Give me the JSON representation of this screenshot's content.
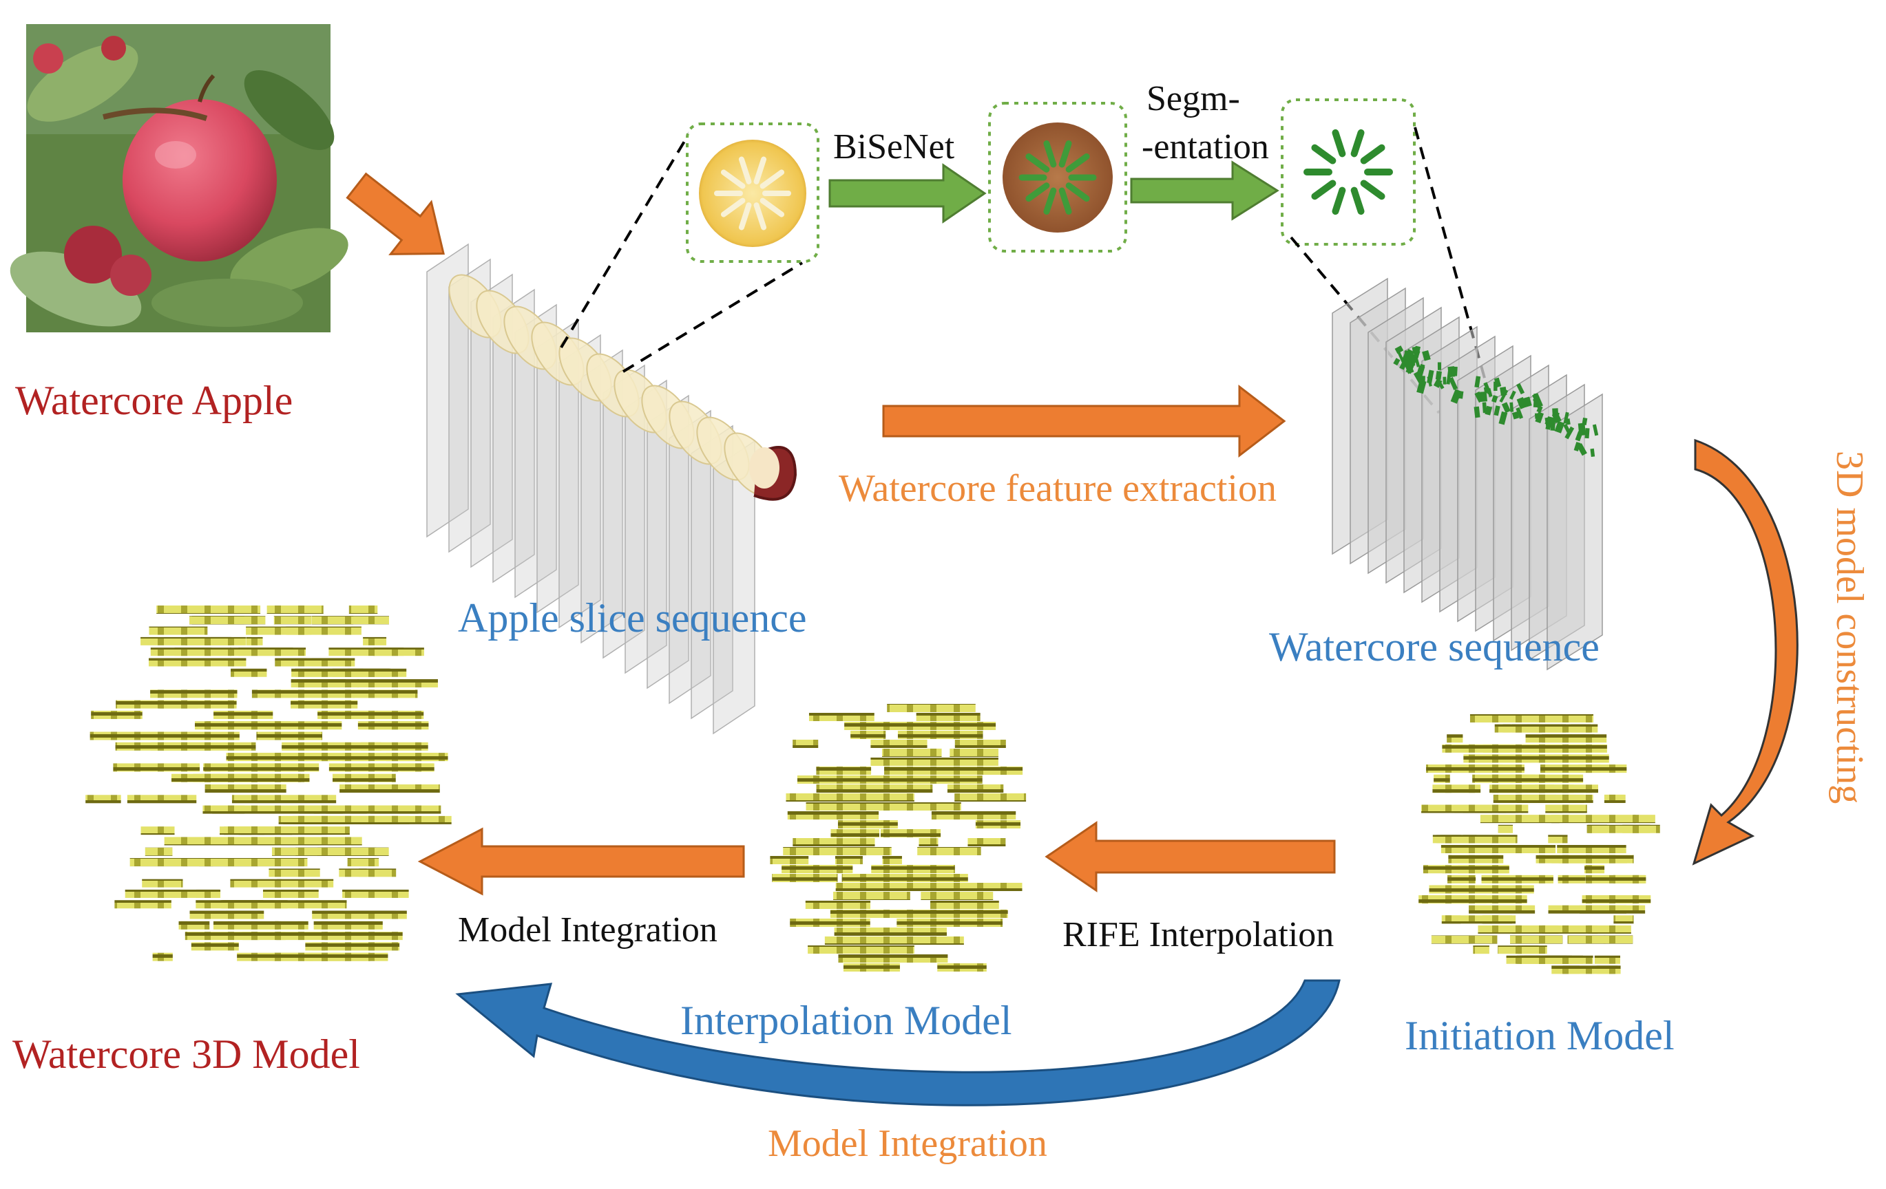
{
  "labels": {
    "watercore_apple": "Watercore Apple",
    "apple_slice_sequence": "Apple slice sequence",
    "bisenet": "BiSeNet",
    "segm_line1": "Segm-",
    "segm_line2": "-entation",
    "feature_extraction": "Watercore feature extraction",
    "watercore_sequence": "Watercore sequence",
    "model_constructing": "3D model constructing",
    "initiation_model": "Initiation Model",
    "rife_interpolation": "RIFE Interpolation",
    "interpolation_model": "Interpolation Model",
    "model_integration_top": "Model Integration",
    "model_integration_bottom": "Model Integration",
    "watercore_3d_model": "Watercore 3D Model"
  },
  "colors": {
    "title_red": "#b22222",
    "label_blue": "#3a7fc1",
    "label_orange": "#ec8a3b",
    "arrow_orange": "#ed7d31",
    "arrow_green": "#70ad47",
    "arrow_blue": "#2e75b6",
    "model_yellow": "#e8e64a",
    "segment_green": "#2e8b2e"
  }
}
